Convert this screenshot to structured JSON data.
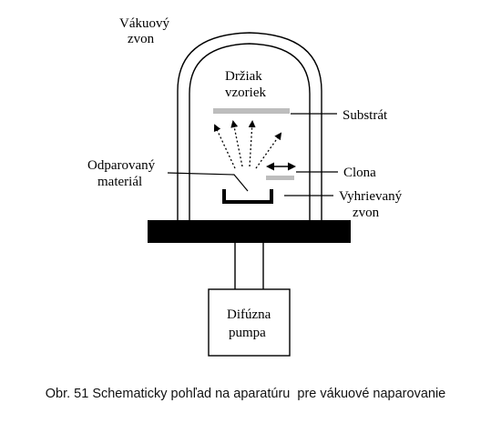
{
  "labels": {
    "vakuovy_zvon": [
      "Vákuový",
      "zvon"
    ],
    "drziak_vzoriek": [
      "Držiak",
      "vzoriek"
    ],
    "substrat": "Substrát",
    "odparovany_material": [
      "Odparovaný",
      "materiál"
    ],
    "clona": "Clona",
    "vyhrievany_zvon": [
      "Vyhrievaný",
      "zvon"
    ],
    "difuzna_pumpa": [
      "Difúzna",
      "pumpa"
    ]
  },
  "caption": "Obr. 51 Schematicky pohľad na aparatúru  pre vákuové naparovanie",
  "colors": {
    "line": "#000000",
    "substrate": "#bdbdbd",
    "shutter": "#bdbdbd",
    "base_plate": "#000000"
  }
}
